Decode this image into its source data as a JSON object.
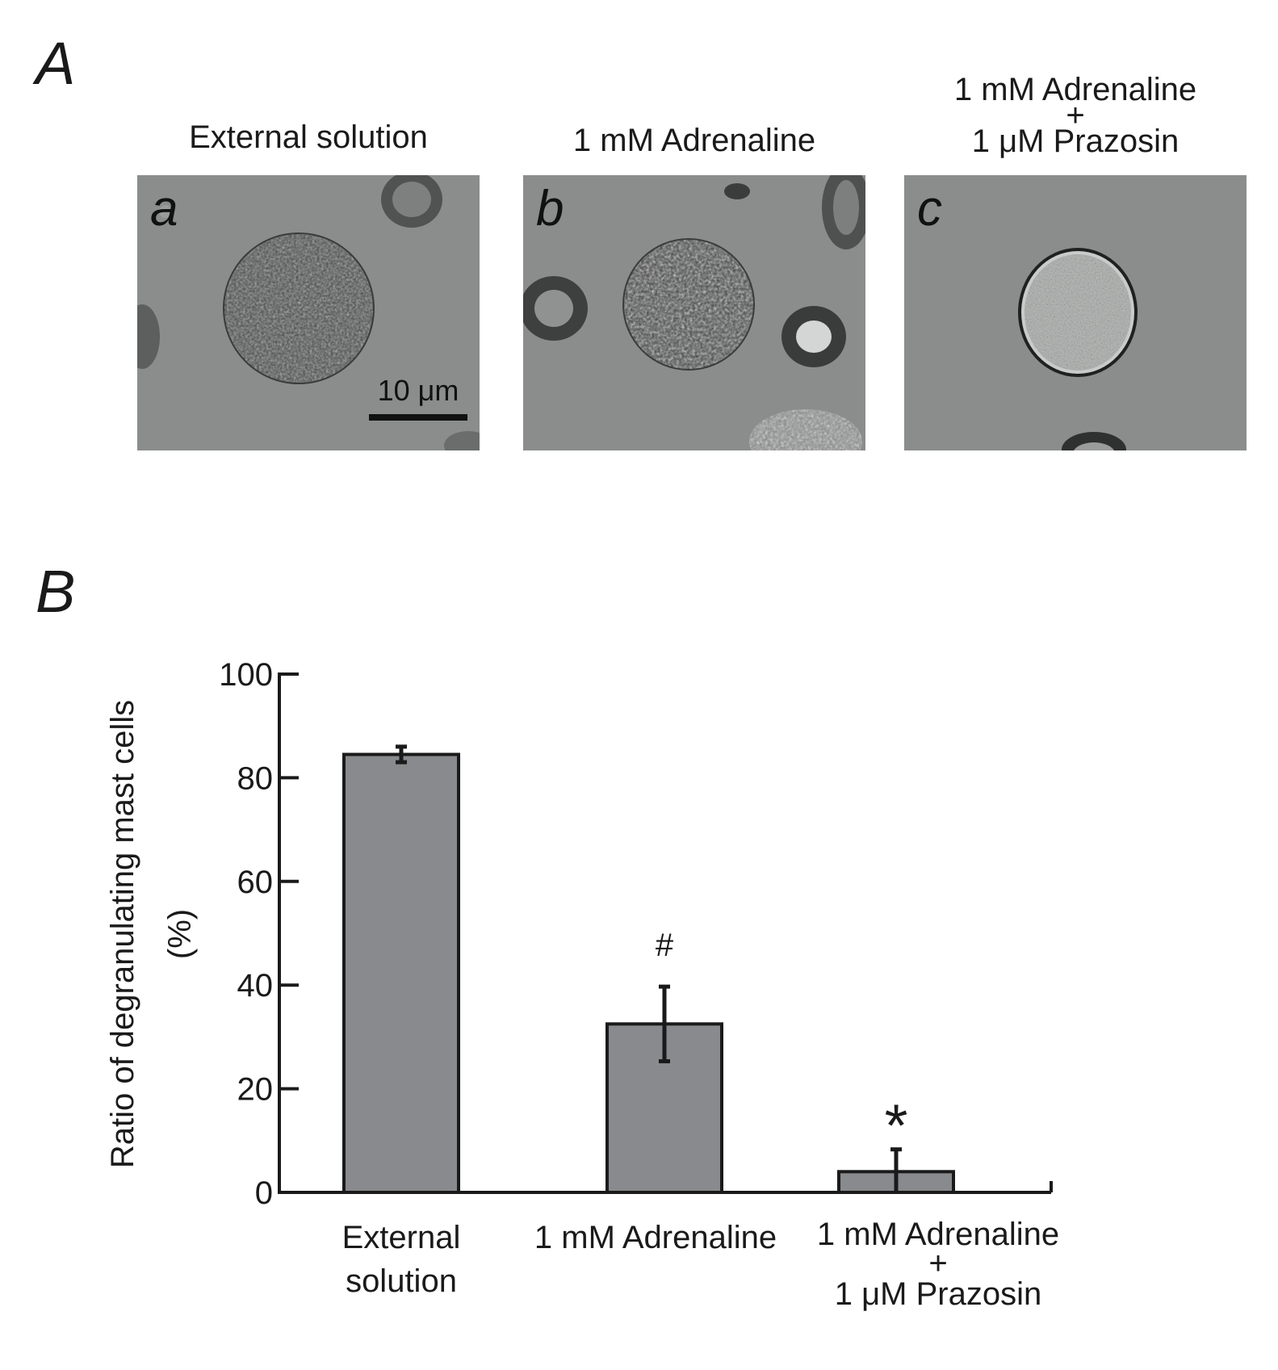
{
  "panel_a": {
    "letter": "A",
    "images": [
      {
        "sub": "a",
        "title_lines": [
          "External solution"
        ],
        "scalebar": "10 μm"
      },
      {
        "sub": "b",
        "title_lines": [
          "1 mM Adrenaline"
        ]
      },
      {
        "sub": "c",
        "title_lines": [
          "1 mM Adrenaline",
          "+",
          "1 μM Prazosin"
        ]
      }
    ]
  },
  "panel_b": {
    "letter": "B"
  },
  "chart_data": {
    "type": "bar",
    "categories": [
      "External solution",
      "1 mM Adrenaline",
      "1 mM Adrenaline + 1 μM Prazosin"
    ],
    "category_label_lines": [
      [
        "External",
        "solution"
      ],
      [
        "1 mM Adrenaline"
      ],
      [
        "1 mM Adrenaline",
        "+",
        "1 μM Prazosin"
      ]
    ],
    "values": [
      84.5,
      32.5,
      4.0
    ],
    "errors": [
      1.5,
      7.2,
      4.3
    ],
    "annotations": [
      "",
      "#",
      "*"
    ],
    "ylabel_lines": [
      "Ratio of degranulating mast cells",
      "(%)"
    ],
    "yticks": [
      0,
      20,
      40,
      60,
      80,
      100
    ],
    "ylim": [
      0,
      100
    ],
    "bar_color": "#888a8d",
    "grid": false
  }
}
